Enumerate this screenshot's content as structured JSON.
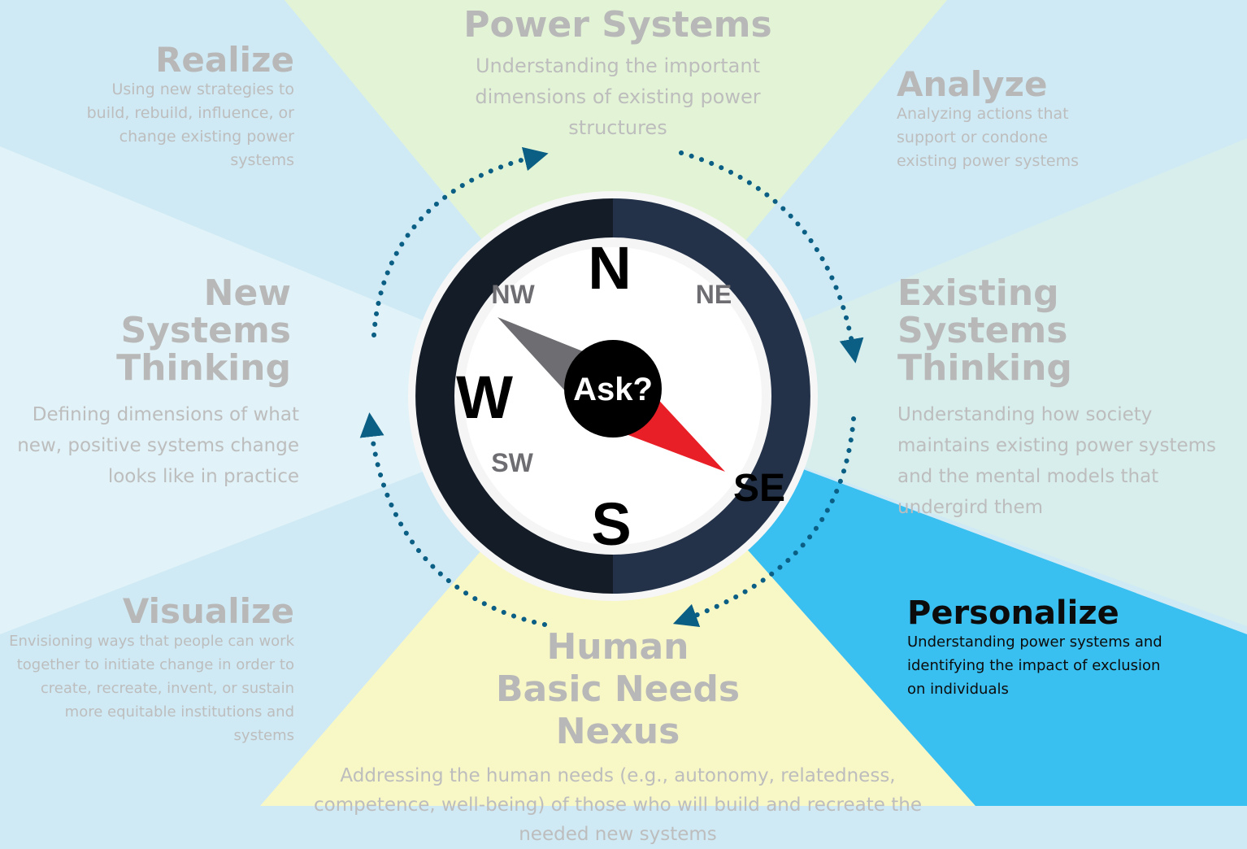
{
  "compass": {
    "center": "Ask?",
    "directions": {
      "n": "N",
      "s": "S",
      "w": "W",
      "ne": "NE",
      "nw": "NW",
      "sw": "SW",
      "se": "SE"
    }
  },
  "sections": {
    "power": {
      "title": "Power Systems",
      "desc": "Understanding the important dimensions of existing power structures"
    },
    "realize": {
      "title": "Realize",
      "desc": "Using new strategies to build, rebuild, influence, or change existing power systems"
    },
    "analyze": {
      "title": "Analyze",
      "desc": "Analyzing actions that support or condone existing power systems"
    },
    "new_systems": {
      "title": "New Systems Thinking",
      "desc": "Defining dimensions of what new, positive systems change looks like in practice"
    },
    "existing_systems": {
      "title": "Existing Systems Thinking",
      "desc": "Understanding how society maintains existing power systems and the mental models that undergird them"
    },
    "visualize": {
      "title": "Visualize",
      "desc": "Envisioning ways that people can work together to initiate change in order to create, recreate, invent, or sustain more equitable institutions and systems"
    },
    "personalize": {
      "title": "Personalize",
      "desc": "Understanding power systems and identifying the impact of exclusion on individuals"
    },
    "human_needs": {
      "title": "Human Basic Needs Nexus",
      "desc": "Addressing the human needs (e.g., autonomy, relatedness, competence, well-being) of those who will build and recreate the needed new systems"
    }
  },
  "colors": {
    "north": "#e3f4d6",
    "south": "#f8f7c6",
    "west": "#e1f3f8",
    "east": "#d7eeec",
    "diagonal": "#cfeaf5",
    "highlight": "#39bff0",
    "arrow": "#0b5f85",
    "ring_dark": "#141c28",
    "ring_navy": "#233249",
    "needle_gray": "#6e6e72",
    "needle_red": "#e81f26",
    "center": "#000000"
  }
}
